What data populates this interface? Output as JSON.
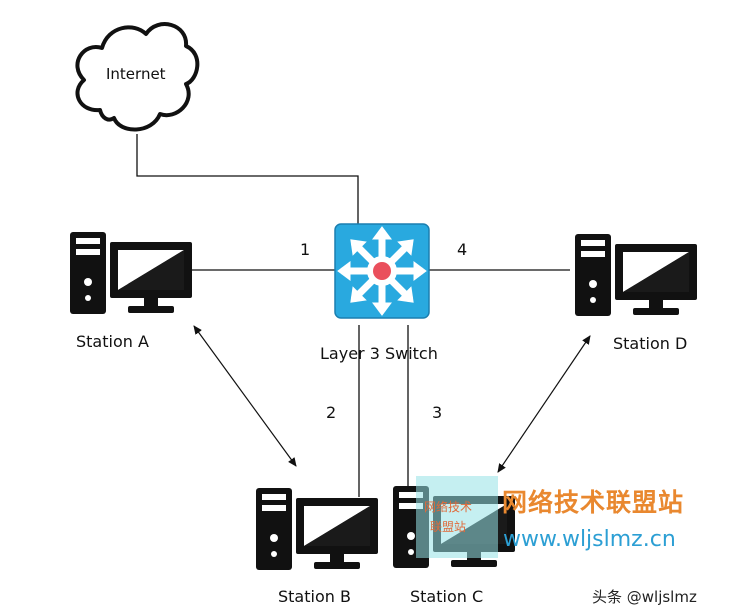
{
  "nodes": {
    "internet": "Internet",
    "switch": "Layer 3 Switch",
    "station_a": "Station A",
    "station_b": "Station B",
    "station_c": "Station C",
    "station_d": "Station D"
  },
  "ports": [
    "1",
    "2",
    "3",
    "4"
  ],
  "watermark": {
    "title": "网络技术联盟站",
    "url": "www.wljslmz.cn",
    "badge_line1": "网络技术",
    "badge_line2": "联盟站"
  },
  "footer": "头条 @wljslmz",
  "colors": {
    "switch_fill": "#29a9df",
    "switch_center": "#ea4f5c",
    "watermark_orange": "#e9882f",
    "watermark_blue": "#2c9fd4"
  }
}
